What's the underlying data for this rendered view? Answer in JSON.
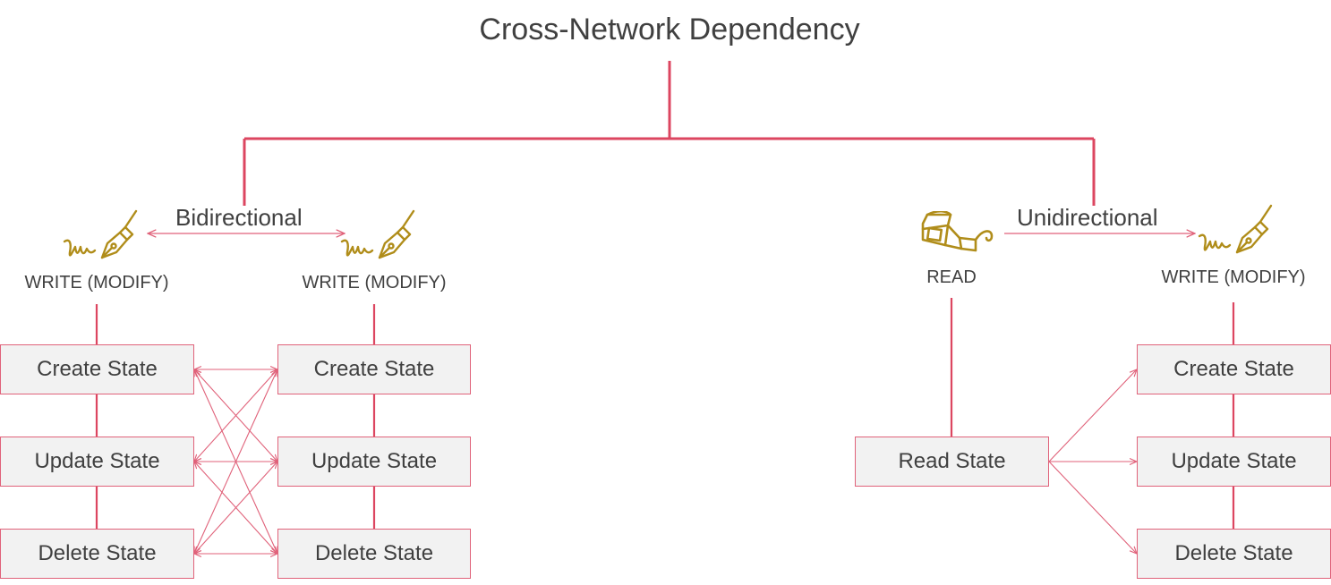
{
  "title": "Cross-Network Dependency",
  "bidirectional": {
    "relation_label": "Bidirectional",
    "left": {
      "caption": "WRITE (MODIFY)",
      "icon": "pen-signature-icon",
      "states": [
        "Create State",
        "Update State",
        "Delete State"
      ]
    },
    "right": {
      "caption": "WRITE (MODIFY)",
      "icon": "pen-signature-icon",
      "states": [
        "Create State",
        "Update State",
        "Delete State"
      ]
    }
  },
  "unidirectional": {
    "relation_label": "Unidirectional",
    "left": {
      "caption": "READ",
      "icon": "3d-glasses-icon",
      "states": [
        "Read State"
      ]
    },
    "right": {
      "caption": "WRITE (MODIFY)",
      "icon": "pen-signature-icon",
      "states": [
        "Create State",
        "Update State",
        "Delete State"
      ]
    }
  },
  "colors": {
    "line": "#e0627a",
    "tree": "#dc4660",
    "icon": "#b08d1a",
    "box_fill": "#f2f2f2",
    "text": "#404040"
  }
}
